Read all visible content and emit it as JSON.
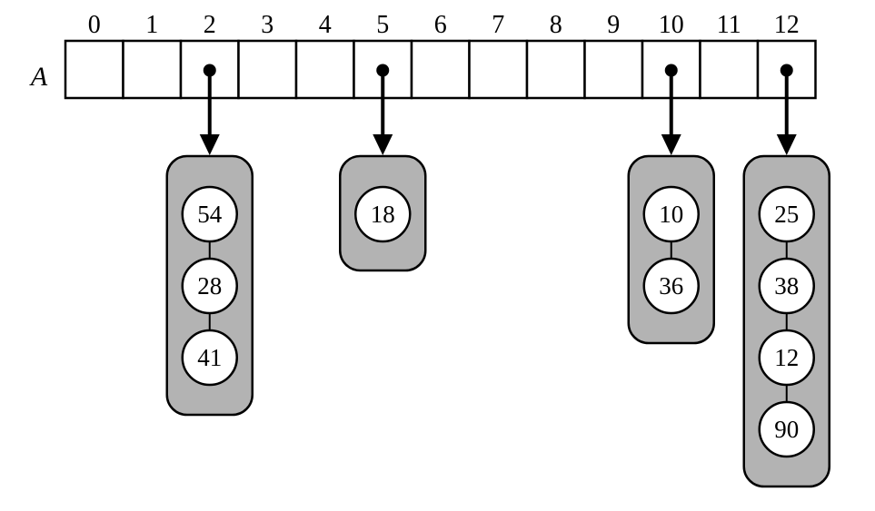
{
  "array": {
    "name": "A",
    "indices": [
      "0",
      "1",
      "2",
      "3",
      "4",
      "5",
      "6",
      "7",
      "8",
      "9",
      "10",
      "11",
      "12"
    ]
  },
  "buckets": [
    {
      "slot": 2,
      "keys": [
        "54",
        "28",
        "41"
      ]
    },
    {
      "slot": 5,
      "keys": [
        "18"
      ]
    },
    {
      "slot": 10,
      "keys": [
        "10",
        "36"
      ]
    },
    {
      "slot": 12,
      "keys": [
        "25",
        "38",
        "12",
        "90"
      ]
    }
  ]
}
